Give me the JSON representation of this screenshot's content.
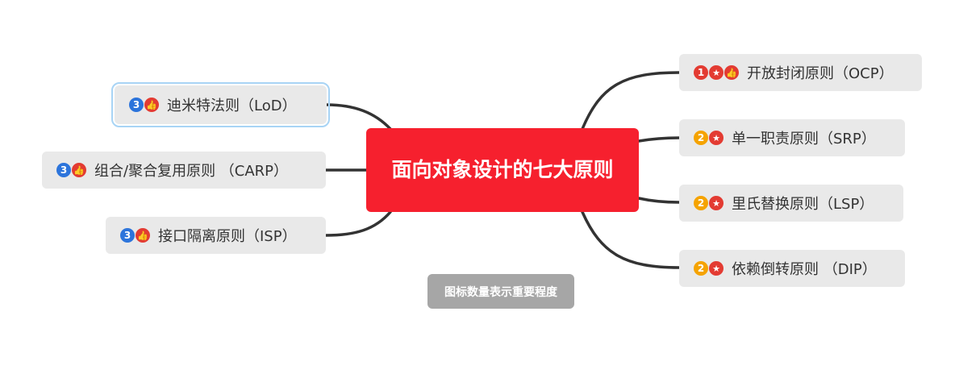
{
  "central_topic": "面向对象设计的七大原则",
  "legend_note": "图标数量表示重要程度",
  "colors": {
    "central": "#f6202e",
    "node": "#e9e9e9",
    "note": "#a6a6a6",
    "link": "#333333"
  },
  "icon_glyphs": {
    "star": "★",
    "thumb": "👍"
  },
  "left_branches": [
    {
      "label": "迪米特法则（LoD）",
      "priority": "3",
      "icons": [
        "priority-3-icon",
        "thumbs-up-icon"
      ]
    },
    {
      "label": "组合/聚合复用原则 （CARP）",
      "priority": "3",
      "icons": [
        "priority-3-icon",
        "thumbs-up-icon"
      ]
    },
    {
      "label": "接口隔离原则（ISP）",
      "priority": "3",
      "icons": [
        "priority-3-icon",
        "thumbs-up-icon"
      ]
    }
  ],
  "right_branches": [
    {
      "label": "开放封闭原则（OCP）",
      "priority": "1",
      "icons": [
        "priority-1-icon",
        "star-icon",
        "thumbs-up-icon"
      ]
    },
    {
      "label": "单一职责原则（SRP）",
      "priority": "2",
      "icons": [
        "priority-2-icon",
        "star-icon"
      ]
    },
    {
      "label": "里氏替换原则（LSP）",
      "priority": "2",
      "icons": [
        "priority-2-icon",
        "star-icon"
      ]
    },
    {
      "label": "依赖倒转原则 （DIP）",
      "priority": "2",
      "icons": [
        "priority-2-icon",
        "star-icon"
      ]
    }
  ]
}
